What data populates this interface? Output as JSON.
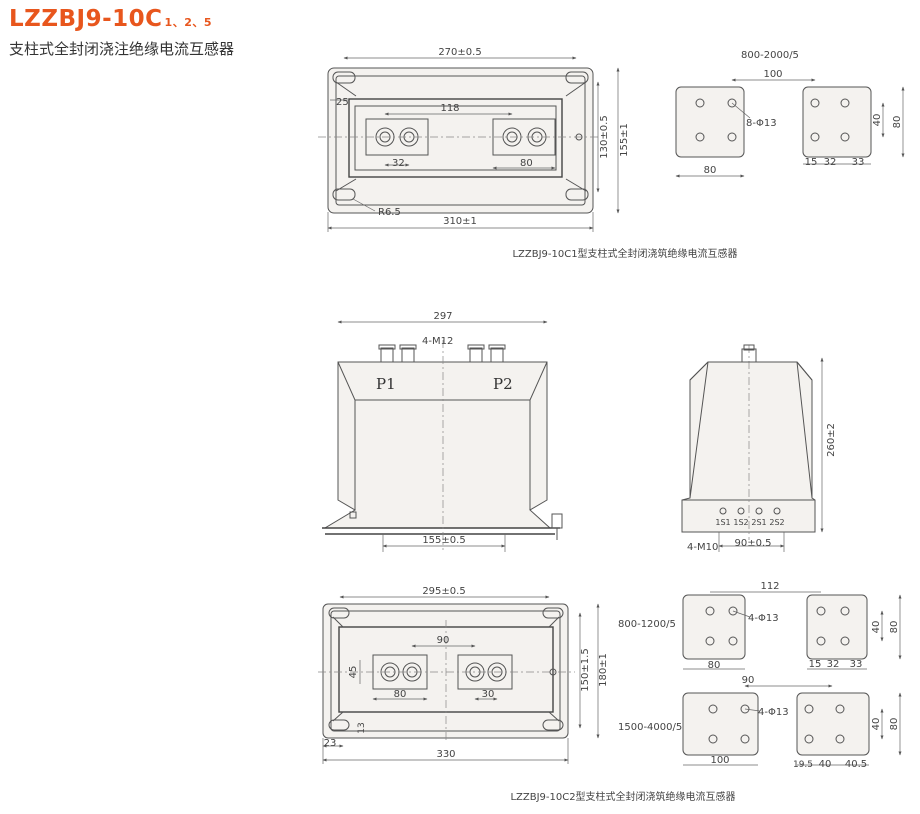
{
  "header": {
    "title_main": "LZZBJ9-10C",
    "title_suffix": "1、2、5",
    "subtitle": "支柱式全封闭浇注绝缘电流互感器"
  },
  "drawing_top": {
    "dim_width_inner": "270±0.5",
    "dim_25": "25",
    "dim_118": "118",
    "dim_32": "32",
    "dim_80": "80",
    "dim_r": "R6.5",
    "dim_width_outer": "310±1",
    "dim_height_inner": "130±0.5",
    "dim_height_outer": "155±1",
    "caption": "LZZBJ9-10C1型支柱式全封闭浇筑绝缘电流互感器"
  },
  "plates_top": {
    "ratio": "800-2000/5",
    "dim_100": "100",
    "hole_label": "8-Φ13",
    "dim_80_left": "80",
    "dim_40": "40",
    "dim_80_right": "80",
    "dim_15": "15",
    "dim_32": "32",
    "dim_33": "33"
  },
  "drawing_front": {
    "dim_297": "297",
    "m12": "4-M12",
    "p1": "P1",
    "p2": "P2",
    "dim_155": "155±0.5"
  },
  "drawing_side": {
    "dim_260": "260±2",
    "m10": "4-M10",
    "dim_90": "90±0.5",
    "terminals": [
      "1S1",
      "1S2",
      "2S1",
      "2S2"
    ]
  },
  "drawing_bottom": {
    "dim_295": "295±0.5",
    "dim_90": "90",
    "dim_45": "45",
    "dim_80": "80",
    "dim_30": "30",
    "dim_150": "150±1.5",
    "dim_180": "180±1",
    "dim_13": "13",
    "dim_23": "23",
    "dim_330": "330",
    "caption": "LZZBJ9-10C2型支柱式全封闭浇筑绝缘电流互感器"
  },
  "plates_bottom": {
    "ratio_a": "800-1200/5",
    "dim_112": "112",
    "hole_a": "4-Φ13",
    "dim_80_a": "80",
    "dim_40_a": "40",
    "dim_80_ar": "80",
    "dim_15": "15",
    "dim_32": "32",
    "dim_33": "33",
    "ratio_b": "1500-4000/5",
    "dim_90_b": "90",
    "hole_b": "4-Φ13",
    "dim_100": "100",
    "dim_40_b": "40",
    "dim_80_b": "80",
    "dim_19_5": "19.5",
    "dim_40_c": "40",
    "dim_40_5": "40.5"
  }
}
